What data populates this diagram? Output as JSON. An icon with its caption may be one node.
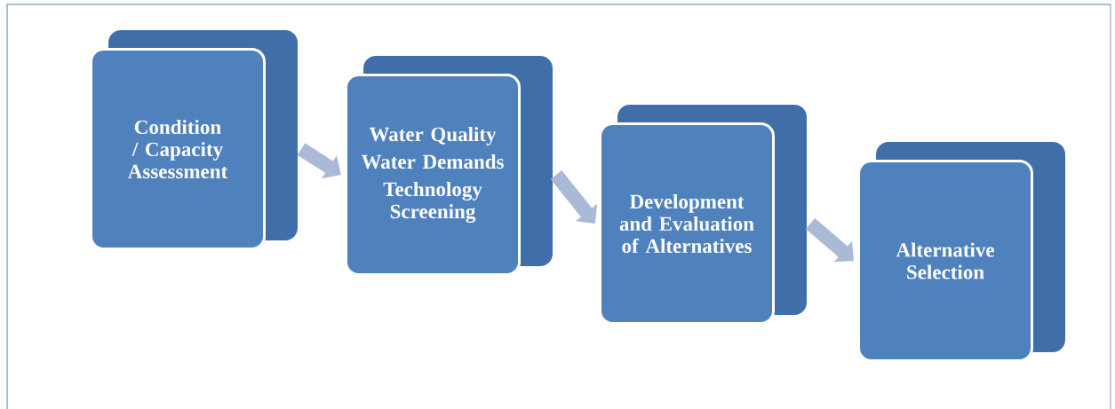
{
  "diagram": {
    "nodes": [
      {
        "text": [
          "Condition / Capacity Assessment"
        ]
      },
      {
        "text": [
          "Water Quality",
          "Water Demands",
          "Technology Screening"
        ]
      },
      {
        "text": [
          "Development and Evaluation of Alternatives"
        ]
      },
      {
        "text": [
          "Alternative Selection"
        ]
      }
    ],
    "edges": [
      {
        "from": 0,
        "to": 1,
        "arrow": "to"
      },
      {
        "from": 1,
        "to": 2,
        "arrow": "to"
      },
      {
        "from": 2,
        "to": 3,
        "arrow": "to"
      }
    ]
  }
}
